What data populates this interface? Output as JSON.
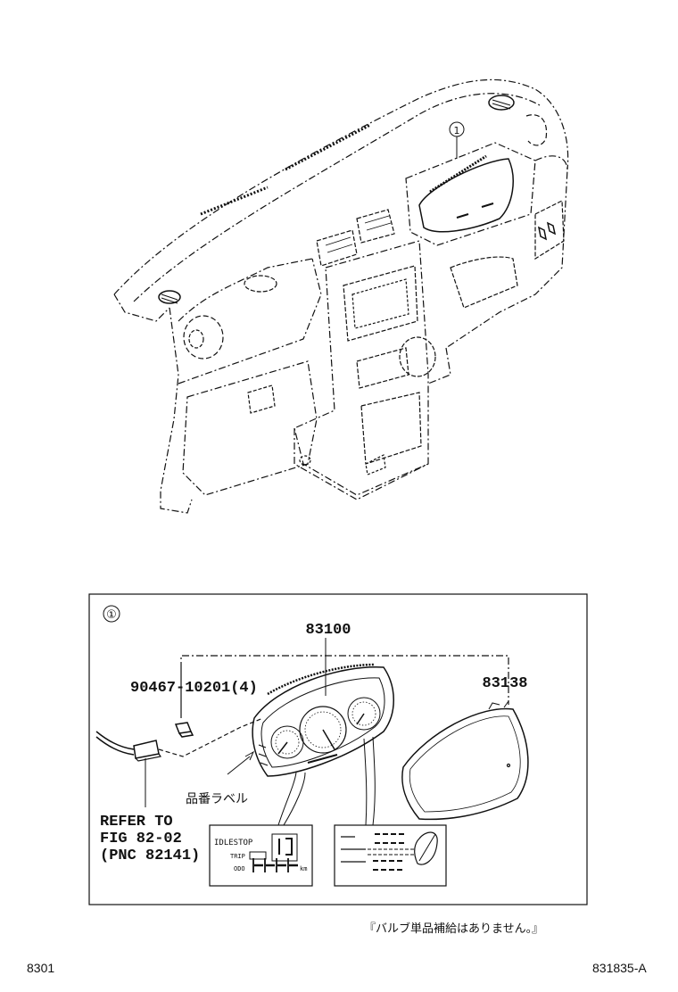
{
  "callout_marker": "①",
  "labels": {
    "part_main": "83100",
    "part_lens": "83138",
    "part_screw": "90467-10201(4)",
    "part_label_jp": "品番ラベル",
    "refer_line1": "REFER TO",
    "refer_line2": "FIG 82-02",
    "refer_line3": "(PNC 82141)"
  },
  "lcd_left": {
    "line1": "IDLESTOP",
    "line2": "TRIP",
    "line3": "ODO",
    "unit": "km"
  },
  "note": "『バルブ単品補給はありません。』",
  "footer": {
    "left_code": "8301",
    "right_code": "831835-A"
  },
  "colors": {
    "ink": "#111111",
    "background": "#ffffff"
  }
}
